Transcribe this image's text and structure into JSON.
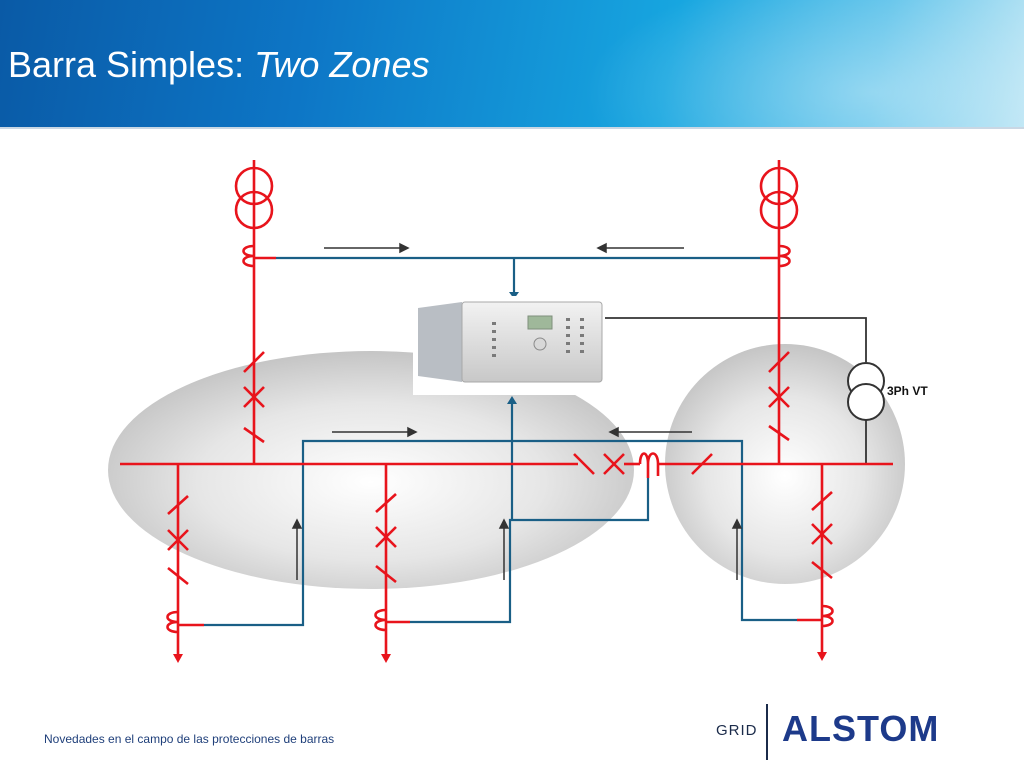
{
  "header": {
    "title_plain": "Barra Simples: ",
    "title_italic": "Two Zones"
  },
  "diagram": {
    "vt_label": "3Ph VT"
  },
  "footer": {
    "caption": "Novedades en el campo de las protecciones de barras",
    "logo_grid": "GRID",
    "logo_brand": "ALSTOM"
  },
  "colors": {
    "header_blue": "#0d76c6",
    "primary_circuit": "#e8141c",
    "secondary_wiring": "#1a5f86",
    "zone_fill": "#d2d2d2",
    "brand_blue": "#1d3a8a",
    "brand_red": "#e8141c"
  }
}
